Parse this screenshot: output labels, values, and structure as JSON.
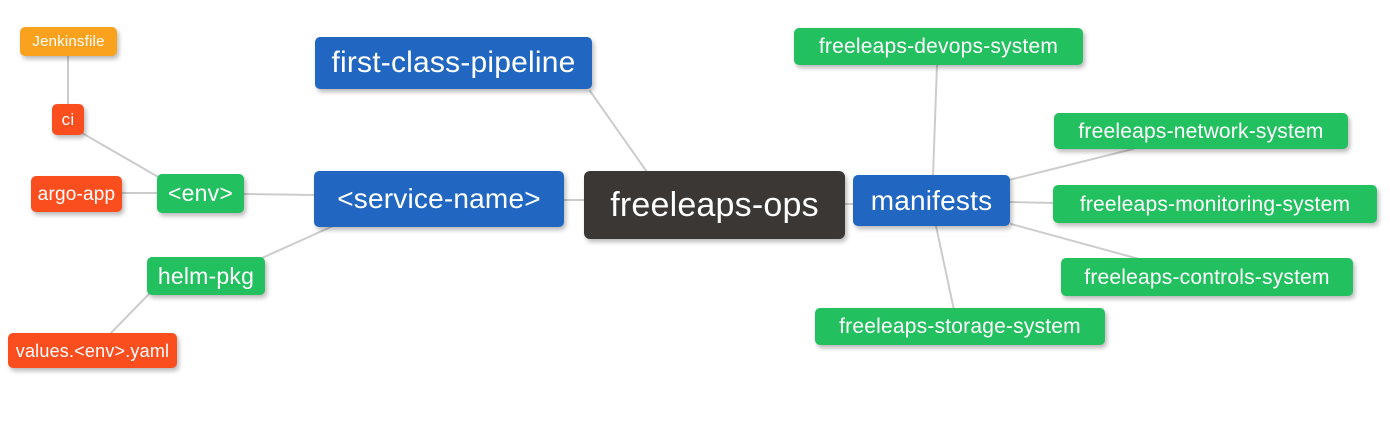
{
  "diagram": {
    "type": "mindmap",
    "colors": {
      "root_node": "#3B3735",
      "level1_node": "#2167C1",
      "level2_node": "#22C05F",
      "level3_node": "#FA4E1E",
      "level4_node": "#FAA21D",
      "edge_line": "#CCCCCC",
      "node_text": "#FFFFFF",
      "background": "#FFFFFF"
    },
    "nodes": {
      "freeleaps-ops": {
        "label": "freeleaps-ops"
      },
      "service-name": {
        "label": "<service-name>"
      },
      "first-class-pipeline": {
        "label": "first-class-pipeline"
      },
      "env": {
        "label": "<env>"
      },
      "helm-pkg": {
        "label": "helm-pkg"
      },
      "ci": {
        "label": "ci"
      },
      "argo-app": {
        "label": "argo-app"
      },
      "jenkinsfile": {
        "label": "Jenkinsfile"
      },
      "values-env-yaml": {
        "label": "values.<env>.yaml"
      },
      "manifests": {
        "label": "manifests"
      },
      "devops-system": {
        "label": "freeleaps-devops-system"
      },
      "network-system": {
        "label": "freeleaps-network-system"
      },
      "monitoring-system": {
        "label": "freeleaps-monitoring-system"
      },
      "controls-system": {
        "label": "freeleaps-controls-system"
      },
      "storage-system": {
        "label": "freeleaps-storage-system"
      }
    },
    "edges": [
      {
        "from": "jenkinsfile",
        "to": "ci"
      },
      {
        "from": "ci",
        "to": "env"
      },
      {
        "from": "argo-app",
        "to": "env"
      },
      {
        "from": "env",
        "to": "service-name"
      },
      {
        "from": "helm-pkg",
        "to": "service-name"
      },
      {
        "from": "values-env-yaml",
        "to": "helm-pkg"
      },
      {
        "from": "first-class-pipeline",
        "to": "freeleaps-ops"
      },
      {
        "from": "service-name",
        "to": "freeleaps-ops"
      },
      {
        "from": "freeleaps-ops",
        "to": "manifests"
      },
      {
        "from": "manifests",
        "to": "devops-system"
      },
      {
        "from": "manifests",
        "to": "network-system"
      },
      {
        "from": "manifests",
        "to": "monitoring-system"
      },
      {
        "from": "manifests",
        "to": "controls-system"
      },
      {
        "from": "manifests",
        "to": "storage-system"
      }
    ]
  }
}
